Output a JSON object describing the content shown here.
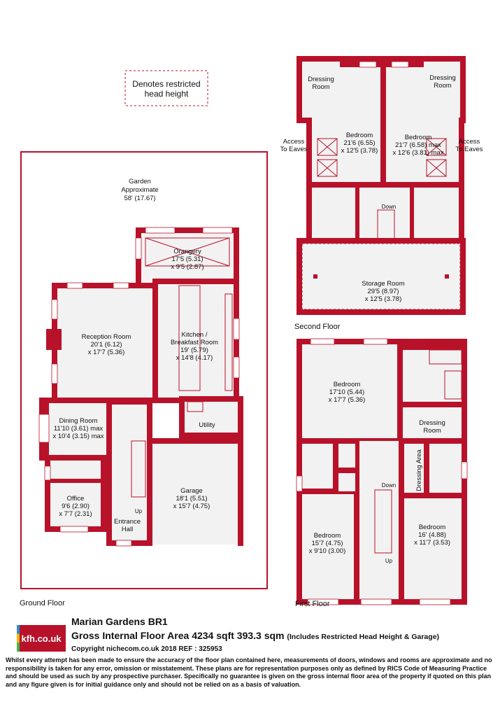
{
  "legend": {
    "line1": "Denotes restricted",
    "line2": "head height"
  },
  "floors": {
    "ground": "Ground Floor",
    "first": "First Floor",
    "second": "Second Floor"
  },
  "rooms": {
    "garden": [
      "Garden",
      "Approximate",
      "58' (17.67)"
    ],
    "orangery": [
      "Orangery",
      "17'5 (5.31)",
      "x 9'5 (2.87)"
    ],
    "reception": [
      "Reception Room",
      "20'1 (6.12)",
      "x 17'7 (5.36)"
    ],
    "kitchen": [
      "Kitchen /",
      "Breakfast Room",
      "19' (5.79)",
      "x 14'8 (4.17)"
    ],
    "dining": [
      "Dining Room",
      "11'10 (3.61) max",
      "x 10'4 (3.15) max"
    ],
    "utility": [
      "Utility"
    ],
    "office": [
      "Office",
      "9'6 (2.90)",
      "x 7'7 (2.31)"
    ],
    "garage": [
      "Garage",
      "18'1 (5.51)",
      "x 15'7 (4.75)"
    ],
    "entrance": [
      "Entrance",
      "Hall"
    ],
    "up_ground": "Up",
    "dressing_left": [
      "Dressing",
      "Room"
    ],
    "dressing_right": [
      "Dressing",
      "Room"
    ],
    "bed2_left": [
      "Bedroom",
      "21'6 (6.55)",
      "x 12'5 (3.78)"
    ],
    "bed2_right": [
      "Bedroom",
      "21'7 (6.58) max",
      "x 12'6 (3.81) max"
    ],
    "eaves_left": [
      "Access",
      "To Eaves"
    ],
    "eaves_right": [
      "Access",
      "To Eaves"
    ],
    "down_second": "Down",
    "storage": [
      "Storage Room",
      "29'5 (8.97)",
      "x 12'5 (3.78)"
    ],
    "bed1_main": [
      "Bedroom",
      "17'10 (5.44)",
      "x 17'7 (5.36)"
    ],
    "dressing_first": [
      "Dressing",
      "Room"
    ],
    "dressing_area": "Dressing Area",
    "down_first": "Down",
    "up_first": "Up",
    "bed1_left": [
      "Bedroom",
      "15'7 (4.75)",
      "x 9'10 (3.00)"
    ],
    "bed1_right": [
      "Bedroom",
      "16' (4.88)",
      "x 11'7 (3.53)"
    ]
  },
  "footer": {
    "logo": "kfh.co.uk",
    "property": "Marian Gardens  BR1",
    "area": "Gross Internal Floor Area 4234 sqft 393.3 sqm",
    "area_note": "(Includes Restricted Head Height & Garage)",
    "copyright": "Copyright nichecom.co.uk 2018 REF : 325953",
    "disclaimer": "Whilst every attempt has been made to ensure the accuracy of the floor plan contained here, measurements of doors, windows and rooms are approximate and no responsibility is taken for any error, omission or misstatement.  These plans are for representation purposes only as defined by RICS Code of Measuring Practice and should be used as such by any prospective purchaser.  Specifically no guarantee is given on the gross internal floor area of the property if quoted on this plan and any figure given is for initial guidance only and should not be relied on as a basis of valuation."
  },
  "colors": {
    "wall": "#b8122a",
    "floor": "#f2f2f2"
  }
}
